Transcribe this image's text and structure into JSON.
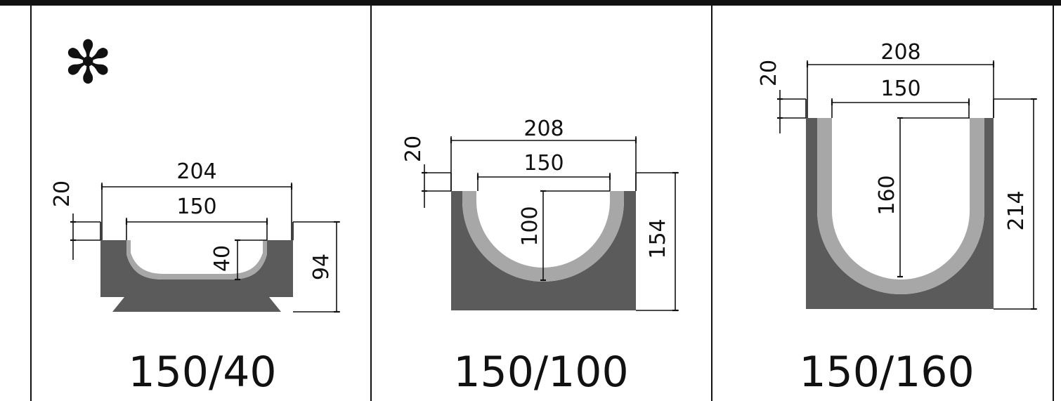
{
  "colors": {
    "concrete": "#5b5b5b",
    "liner": "#a7a7a7",
    "line": "#111111",
    "background": "#ffffff"
  },
  "panels": [
    {
      "marker": "✻",
      "caption": "150/40",
      "dims": {
        "outer_width": "204",
        "inner_width": "150",
        "rim": "20",
        "depth": "40",
        "height": "94"
      }
    },
    {
      "caption": "150/100",
      "dims": {
        "outer_width": "208",
        "inner_width": "150",
        "rim": "20",
        "depth": "100",
        "height": "154"
      }
    },
    {
      "caption": "150/160",
      "dims": {
        "outer_width": "208",
        "inner_width": "150",
        "rim": "20",
        "depth": "160",
        "height": "214"
      }
    }
  ]
}
